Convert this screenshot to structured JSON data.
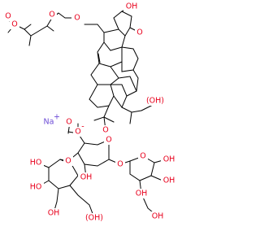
{
  "labels": {
    "O_ester1": "O",
    "O_ester1b": "O",
    "O_ester2": "O",
    "O_acetyl": "O",
    "O_acetyl_c": "O",
    "OH_top": "OH",
    "O_bridge": "O",
    "HO_left": "HO",
    "OH_ring": "OH",
    "OH_side": "(OH)",
    "O_carboxy": "O",
    "O_minus": "O",
    "charge_minus": "-",
    "Na": "Na",
    "charge_plus": "+",
    "O_glycos": "O",
    "O_gluc_ring": "O",
    "O_xyl_link": "O",
    "O_glc_link": "O",
    "O_xyl_ring": "O",
    "HO_glc1": "HO",
    "HO_glc2": "HO",
    "OH_glc3": "OH",
    "OH_glc_ch2": "(OH)",
    "OH_xyl1": "OH",
    "OH_xyl2": "OH",
    "OH_xyl3": "OH",
    "OH_mid": "OH",
    "HO_bottom": "HO",
    "OH_xyl_bottom": "OH"
  },
  "colors": {
    "oxygen": "#e8001c",
    "sodium": "#6c4bd6",
    "bond": "#000000"
  }
}
